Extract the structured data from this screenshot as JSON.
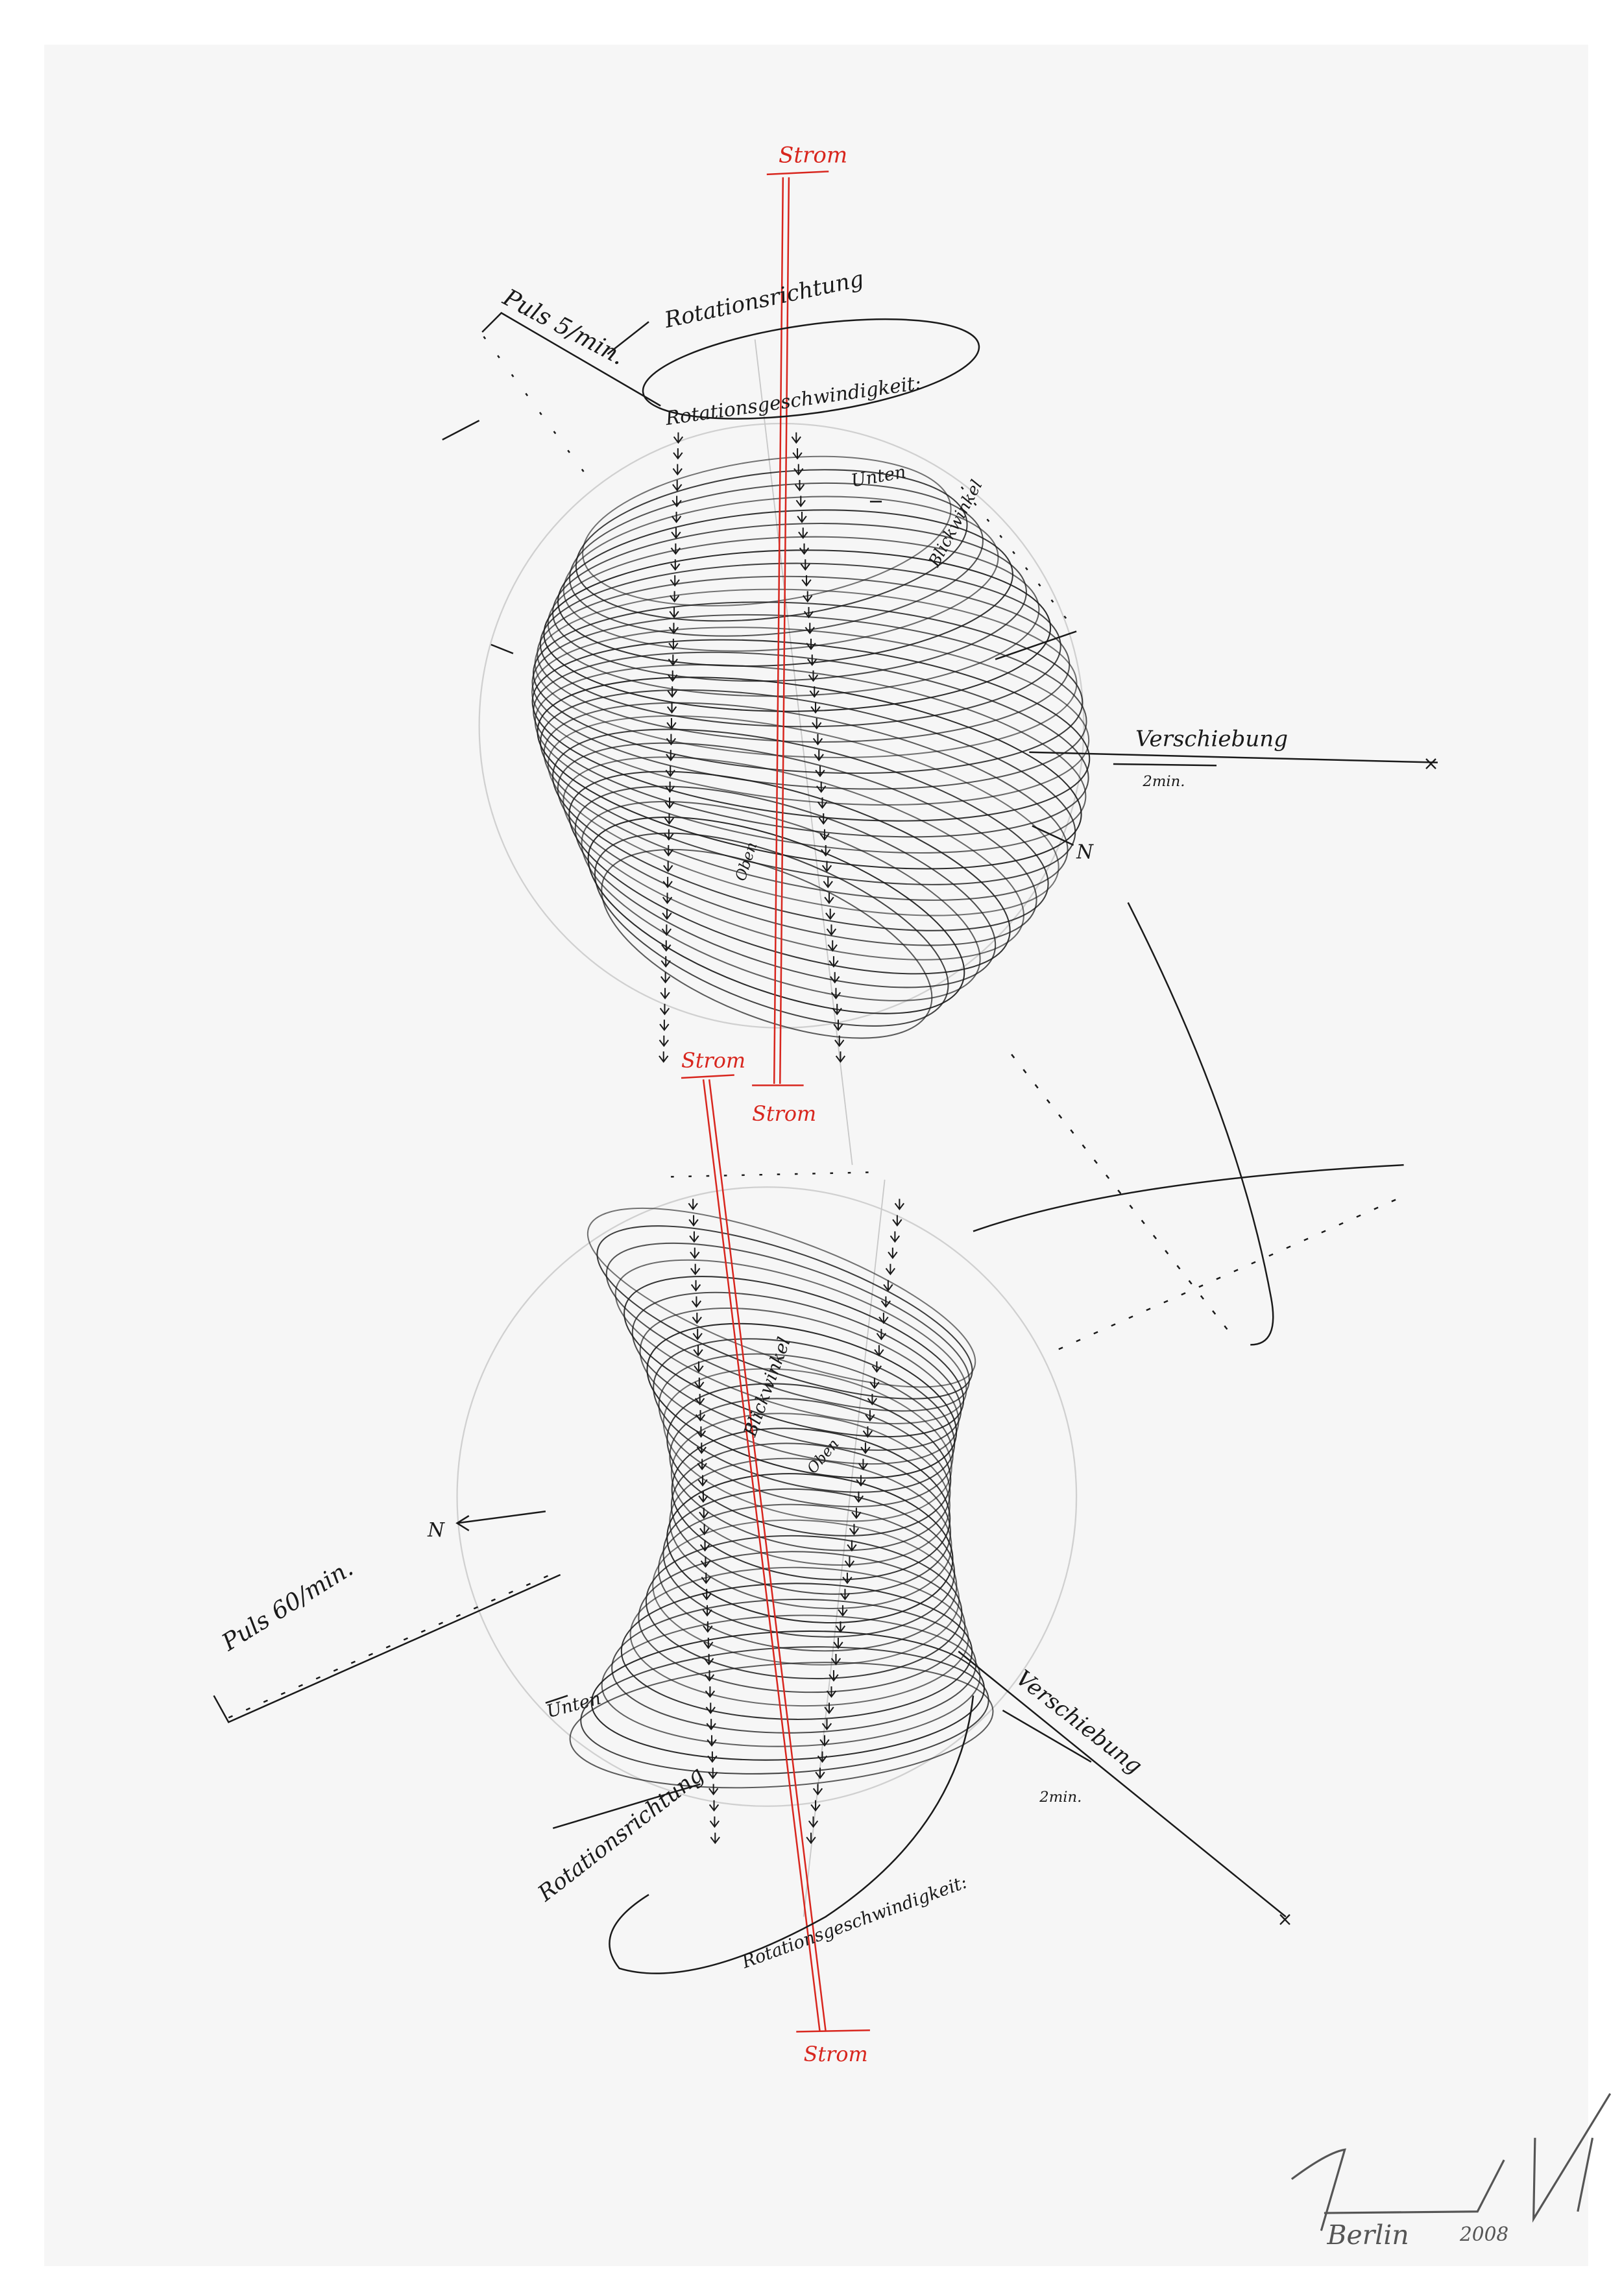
{
  "colors": {
    "paper": "#f6f6f6",
    "ink": "#1a1a1a",
    "red": "#d8261e",
    "guide": "#c8c8c8"
  },
  "labels": {
    "strom_top": "Strom",
    "strom_mid_upper": "Strom",
    "strom_mid_lower": "Strom",
    "strom_bottom": "Strom",
    "top": {
      "puls": "Puls 5/min.",
      "rotationsrichtung": "Rotationsrichtung",
      "rotationsgeschwindigkeit": "Rotationsgeschwindigkeit:",
      "unten": "Unten",
      "blickwinkel": "Blickwinkel",
      "verschiebung": "Verschiebung",
      "verschiebung_time": "2min.",
      "north": "N",
      "oben": "Oben"
    },
    "bottom": {
      "puls": "Puls 60/min.",
      "rotationsrichtung": "Rotationsrichtung",
      "rotationsgeschwindigkeit": "Rotationsgeschwindigkeit:",
      "unten": "Unten",
      "blickwinkel": "Blickwinkel",
      "verschiebung": "Verschiebung",
      "verschiebung_time": "2min.",
      "north": "N",
      "oben": "Oben"
    }
  },
  "signature": {
    "place": "Berlin",
    "year": "2008"
  }
}
